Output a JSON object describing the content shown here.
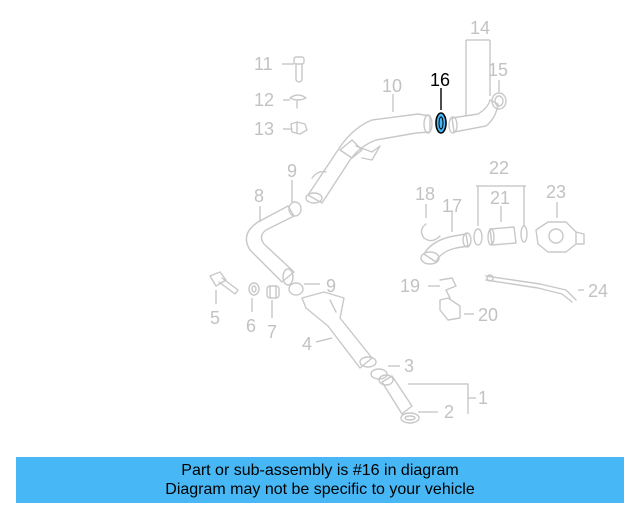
{
  "diagram": {
    "highlight_color": "#47b8f5",
    "callouts": {
      "c1": "1",
      "c2": "2",
      "c3": "3",
      "c4": "4",
      "c5": "5",
      "c6": "6",
      "c7": "7",
      "c8": "8",
      "c9a": "9",
      "c9b": "9",
      "c10": "10",
      "c11": "11",
      "c12": "12",
      "c13": "13",
      "c14": "14",
      "c15": "15",
      "c16": "16",
      "c17": "17",
      "c18": "18",
      "c19": "19",
      "c20": "20",
      "c21": "21",
      "c22": "22",
      "c23": "23",
      "c24": "24"
    }
  },
  "banner": {
    "line1": "Part or sub-assembly is #16 in diagram",
    "line2": "Diagram may not be specific to your vehicle",
    "color": "#47b8f5"
  }
}
